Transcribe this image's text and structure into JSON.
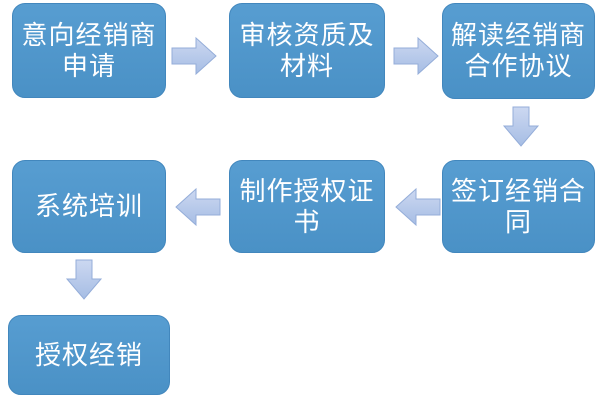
{
  "flow": {
    "steps": [
      {
        "id": 1,
        "label": "意向经销商申请"
      },
      {
        "id": 2,
        "label": "审核资质及材料"
      },
      {
        "id": 3,
        "label": "解读经销商合作协议"
      },
      {
        "id": 4,
        "label": "签订经销合同"
      },
      {
        "id": 5,
        "label": "制作授权证书"
      },
      {
        "id": 6,
        "label": "系统培训"
      },
      {
        "id": 7,
        "label": "授权经销"
      }
    ],
    "connectors": [
      {
        "from": 1,
        "to": 2,
        "direction": "right"
      },
      {
        "from": 2,
        "to": 3,
        "direction": "right"
      },
      {
        "from": 3,
        "to": 4,
        "direction": "down"
      },
      {
        "from": 4,
        "to": 5,
        "direction": "left"
      },
      {
        "from": 5,
        "to": 6,
        "direction": "left"
      },
      {
        "from": 6,
        "to": 7,
        "direction": "down"
      }
    ],
    "colors": {
      "node_fill_top": "#579dd1",
      "node_fill_bottom": "#4a91c6",
      "node_border": "#4287bd",
      "node_text": "#ffffff",
      "arrow_fill_light": "#ccd8f1",
      "arrow_fill_dark": "#a6bde4",
      "arrow_outline": "#94add9",
      "background": "#ffffff"
    }
  }
}
